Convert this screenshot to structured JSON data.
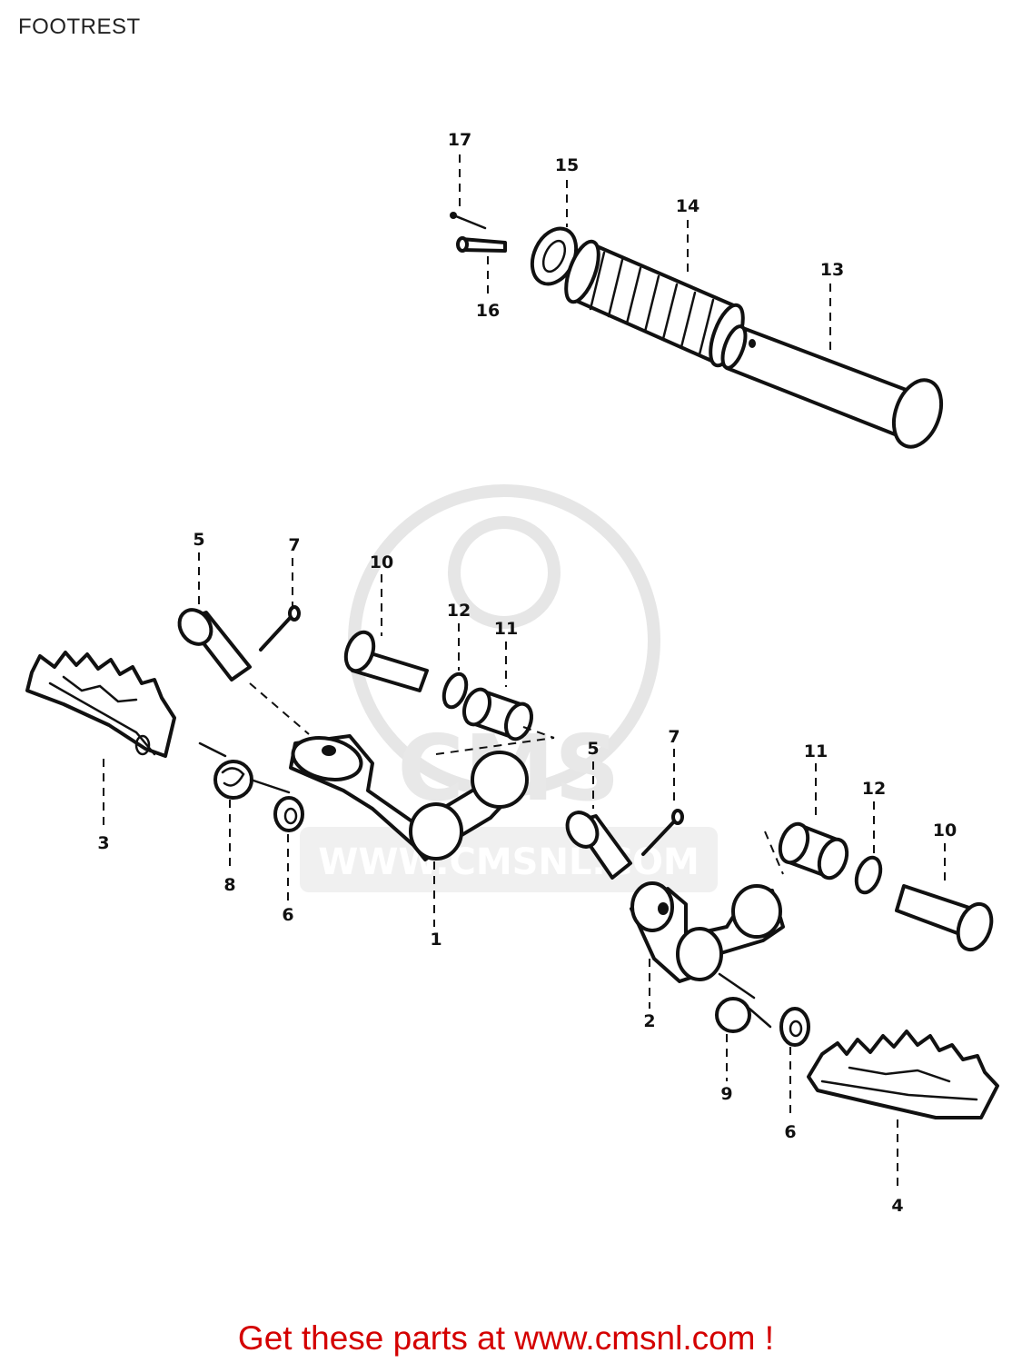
{
  "title": "FOOTREST",
  "watermark": {
    "brand": "CMS",
    "url": "WWW.CMSNL.COM"
  },
  "labels": [
    "17",
    "15",
    "14",
    "13",
    "16",
    "5",
    "7",
    "10",
    "12",
    "11",
    "3",
    "8",
    "6",
    "1",
    "5",
    "7",
    "11",
    "12",
    "10",
    "2",
    "9",
    "6",
    "4"
  ],
  "footer": "Get these parts at www.cmsnl.com !",
  "colors": {
    "footer_text": "#d40000",
    "line_art": "#111111",
    "watermark": "#e6e6e6"
  }
}
